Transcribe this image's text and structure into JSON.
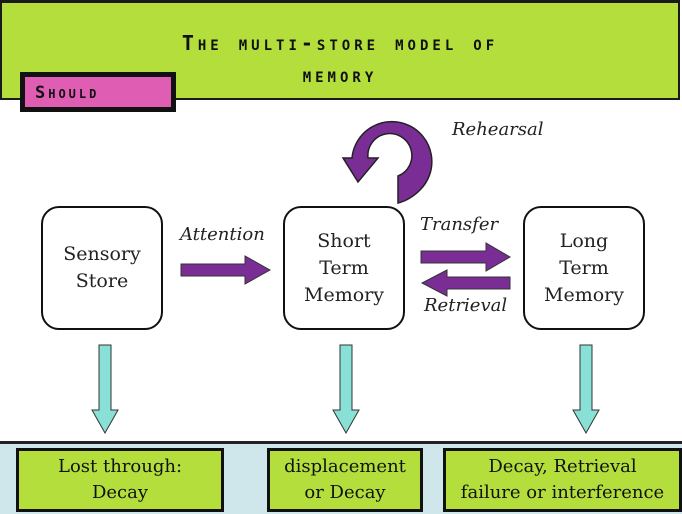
{
  "header": {
    "title_line1": "The multi-store model of",
    "title_line2": "memory",
    "badge": "Should"
  },
  "colors": {
    "header_bg": "#b3de3b",
    "badge_bg": "#e05db4",
    "arrow_purple": "#7b2d96",
    "arrow_teal": "#88e0d6",
    "bottom_bg": "#cfe6ea"
  },
  "stores": [
    {
      "label": "Sensory\nStore"
    },
    {
      "label": "Short\nTerm\nMemory"
    },
    {
      "label": "Long\nTerm\nMemory"
    }
  ],
  "arrows": {
    "attention": "Attention",
    "transfer": "Transfer",
    "retrieval": "Retrieval",
    "rehearsal": "Rehearsal"
  },
  "outcomes": [
    {
      "text": "Lost through:\nDecay"
    },
    {
      "text": "displacement\nor Decay"
    },
    {
      "text": "Decay, Retrieval\nfailure or interference"
    }
  ]
}
